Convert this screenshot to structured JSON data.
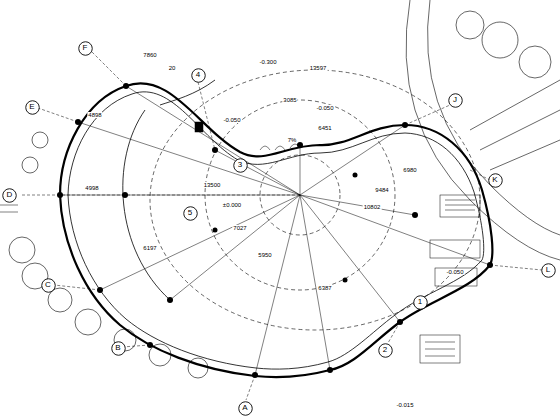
{
  "diagram": {
    "nodes": [
      {
        "text": [
          "F"
        ]
      },
      {
        "text": [
          "E"
        ]
      },
      {
        "text": [
          "D"
        ]
      },
      {
        "text": [
          "C"
        ]
      },
      {
        "text": [
          "B"
        ]
      },
      {
        "text": [
          "A"
        ]
      },
      {
        "text": [
          "4"
        ]
      },
      {
        "text": [
          "3"
        ]
      },
      {
        "text": [
          "5"
        ]
      },
      {
        "text": [
          "2"
        ]
      },
      {
        "text": [
          "1"
        ]
      },
      {
        "text": [
          "J"
        ]
      },
      {
        "text": [
          "K"
        ]
      },
      {
        "text": [
          "L"
        ]
      }
    ],
    "labels": [
      "-0.300",
      "13597",
      "-0.050",
      "7%",
      "4898",
      "4998",
      "13500",
      "±0.000",
      "7027",
      "6197",
      "9484",
      "10802",
      "6451",
      "6980",
      "-0.050",
      "-0.015",
      "7860",
      "20",
      "3085",
      "5950",
      "6387",
      "-0.050"
    ]
  }
}
